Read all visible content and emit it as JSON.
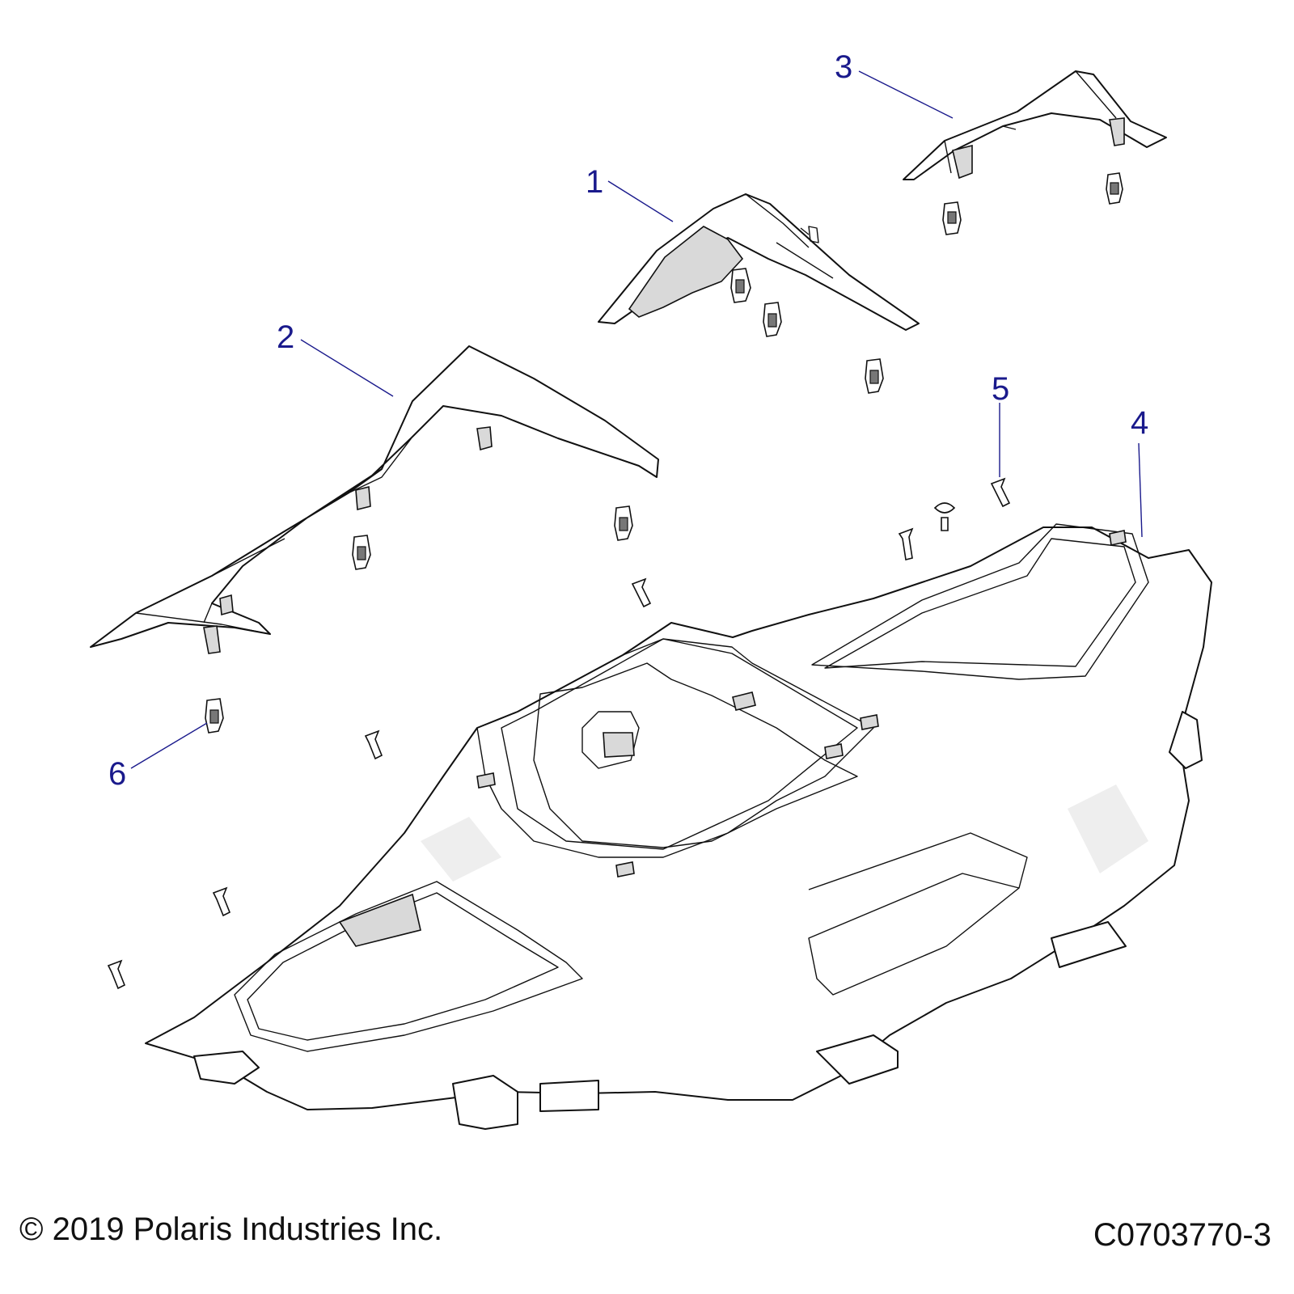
{
  "callouts": [
    "1",
    "2",
    "3",
    "4",
    "5",
    "6"
  ],
  "footer": {
    "copyright": "© 2019 Polaris Industries Inc.",
    "diagram_code": "C0703770-3"
  },
  "colors": {
    "callout": "#1a1a8c",
    "line": "#111111",
    "shade": "#d9d9d9"
  }
}
